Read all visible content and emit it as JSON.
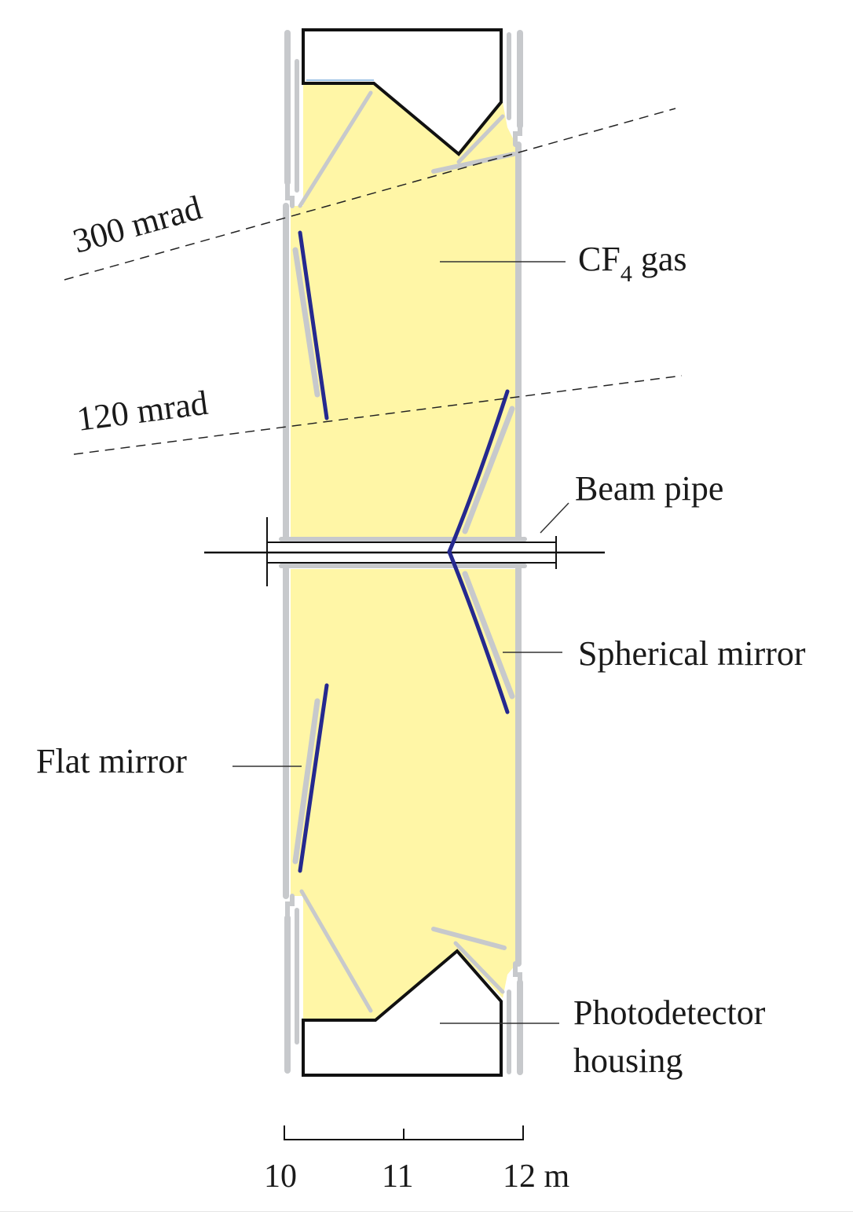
{
  "labels": {
    "cf4_main": "CF",
    "cf4_sub": "4",
    "cf4_tail": " gas",
    "beam_pipe": "Beam pipe",
    "spherical_mirror": "Spherical mirror",
    "flat_mirror": "Flat mirror",
    "photodetector_line1": "Photodetector",
    "photodetector_line2": "housing",
    "angle_300": "300 mrad",
    "angle_120": "120 mrad"
  },
  "scale": {
    "ticks": [
      "10",
      "11",
      "12 m"
    ]
  },
  "colors": {
    "gas_fill": "#fff6a6",
    "wall_gray": "#c7c9cc",
    "mirror_blue": "#25298f",
    "outline_black": "#111111"
  }
}
